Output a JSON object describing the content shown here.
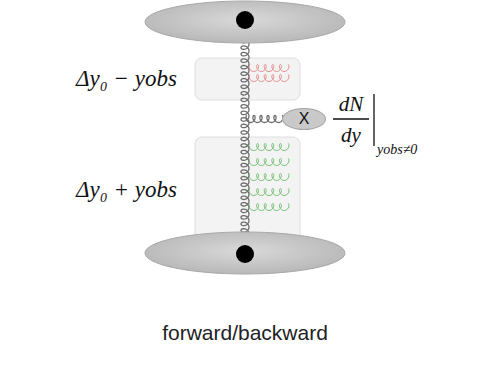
{
  "diagram": {
    "nodes": [
      {
        "text": [
          "Δy₀ − yobs"
        ]
      },
      {
        "text": [
          "X"
        ]
      },
      {
        "text": [
          "Δy₀ + yobs"
        ]
      }
    ],
    "labels": [
      "dN",
      "dy",
      "yobs≠0",
      "forward/backward"
    ]
  }
}
